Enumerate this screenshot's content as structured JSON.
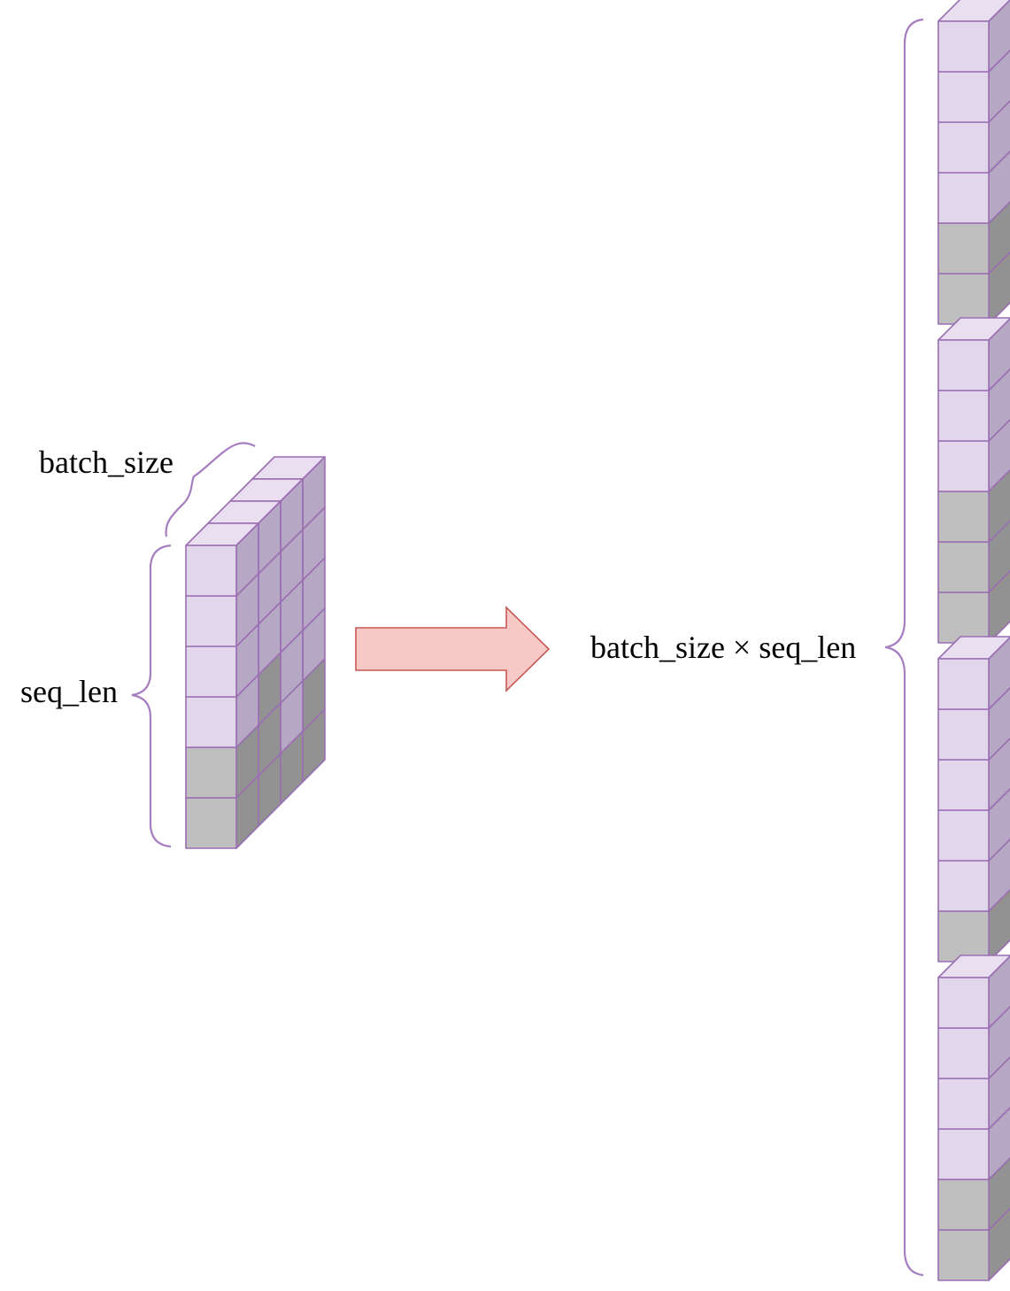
{
  "labels": {
    "batch_size": "batch_size",
    "seq_len": "seq_len",
    "flattened": "batch_size × seq_len"
  },
  "tensor": {
    "seq_len": 6,
    "batch_size": 4,
    "mask": [
      [
        1,
        1,
        1,
        1,
        0,
        0
      ],
      [
        1,
        1,
        1,
        0,
        0,
        0
      ],
      [
        1,
        1,
        1,
        1,
        1,
        0
      ],
      [
        1,
        1,
        1,
        1,
        0,
        0
      ]
    ]
  },
  "flattened_order": [
    0,
    1,
    2,
    3
  ],
  "colors": {
    "token_front": "#e2d6ea",
    "token_side": "#b6a8c4",
    "token_top": "#e9dff0",
    "pad_front": "#bfbfbf",
    "pad_side": "#929292",
    "pad_top": "#d6d6d6",
    "edge": "#9a6fb2",
    "brace": "#a67ec0",
    "arrow_fill": "#f6c8c6",
    "arrow_stroke": "#c65a56",
    "text": "#000000"
  }
}
